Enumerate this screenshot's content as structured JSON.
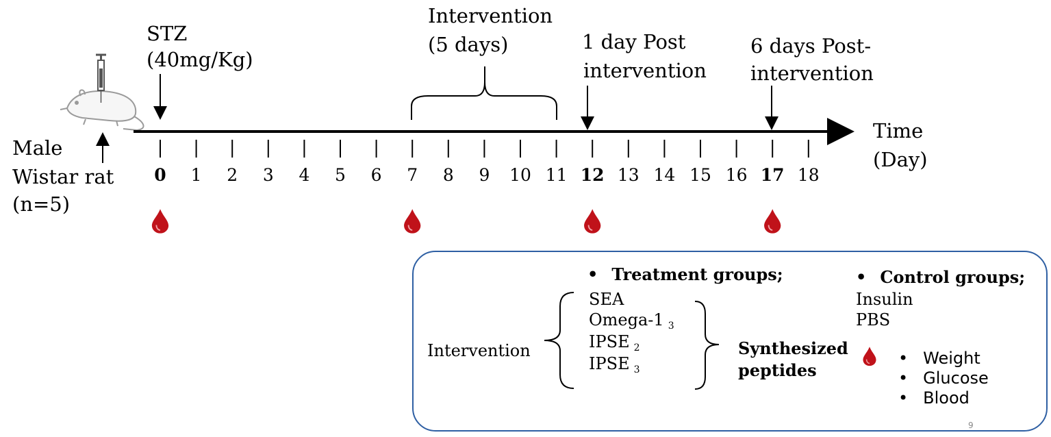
{
  "subject": {
    "label_line1": "Male",
    "label_line2": "Wistar rat",
    "label_line3": "(n=5)"
  },
  "events": {
    "stz_line1": "STZ",
    "stz_line2": "(40mg/Kg)",
    "intervention_line1": "Intervention",
    "intervention_line2": "(5 days)",
    "post1_line1": "1 day Post",
    "post1_line2": "intervention",
    "post6_line1": "6 days Post-",
    "post6_line2": "intervention"
  },
  "axis": {
    "label_line1": "Time",
    "label_line2": "(Day)",
    "days": [
      "0",
      "1",
      "2",
      "3",
      "4",
      "5",
      "6",
      "7",
      "8",
      "9",
      "10",
      "11",
      "12",
      "13",
      "14",
      "15",
      "16",
      "17",
      "18"
    ],
    "bold_days": [
      "0",
      "12",
      "17"
    ],
    "blood_sample_days": [
      "0",
      "7",
      "12",
      "17"
    ]
  },
  "legend": {
    "intervention_label": "Intervention",
    "treatment_heading": "Treatment groups;",
    "treatment_items": [
      {
        "name": "SEA",
        "sub": ""
      },
      {
        "name": "Omega-1",
        "sub": "3"
      },
      {
        "name": "IPSE",
        "sub": "2"
      },
      {
        "name": "IPSE",
        "sub": "3"
      }
    ],
    "synth_line1": "Synthesized",
    "synth_line2": "peptides",
    "control_heading": "Control groups;",
    "control_items": [
      "Insulin",
      "PBS"
    ],
    "measurements": [
      "Weight",
      "Glucose",
      "Blood"
    ],
    "bullet": "•",
    "page_number": "9"
  },
  "colors": {
    "blood": "#c0121a",
    "box_border": "#2e5fa3",
    "line": "#000000"
  },
  "icons": [
    "rat-icon",
    "syringe-icon",
    "blood-drop-icon"
  ]
}
